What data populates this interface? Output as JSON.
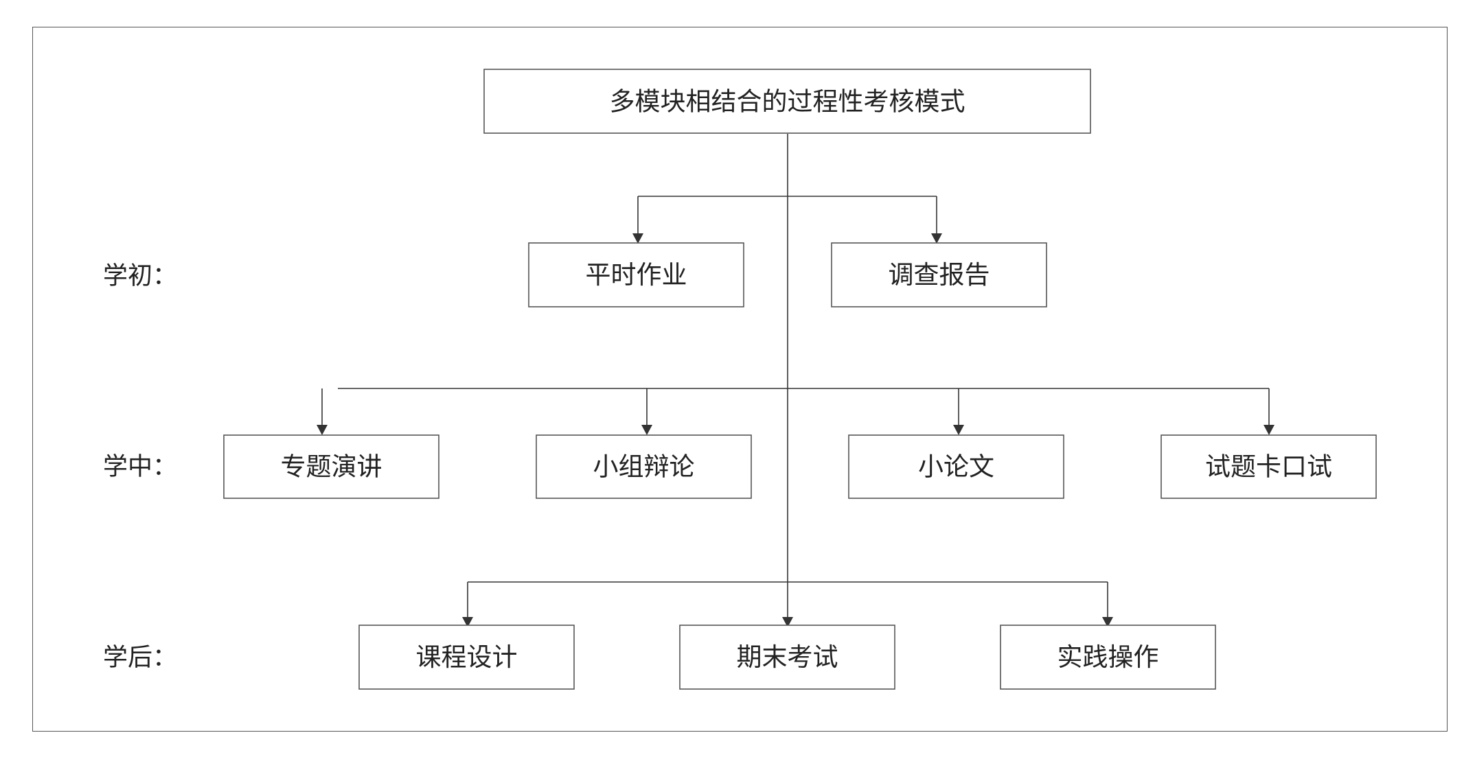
{
  "root": {
    "label": "多模块相结合的过程性考核模式"
  },
  "stages": [
    {
      "label": "学初："
    },
    {
      "label": "学中："
    },
    {
      "label": "学后："
    }
  ],
  "nodes": [
    {
      "label": "平时作业"
    },
    {
      "label": "调查报告"
    },
    {
      "label": "专题演讲"
    },
    {
      "label": "小组辩论"
    },
    {
      "label": "小论文"
    },
    {
      "label": "试题卡口试"
    },
    {
      "label": "课程设计"
    },
    {
      "label": "期末考试"
    },
    {
      "label": "实践操作"
    }
  ],
  "colors": {
    "line": "#333333",
    "box_border": "#555555",
    "text": "#222222"
  }
}
